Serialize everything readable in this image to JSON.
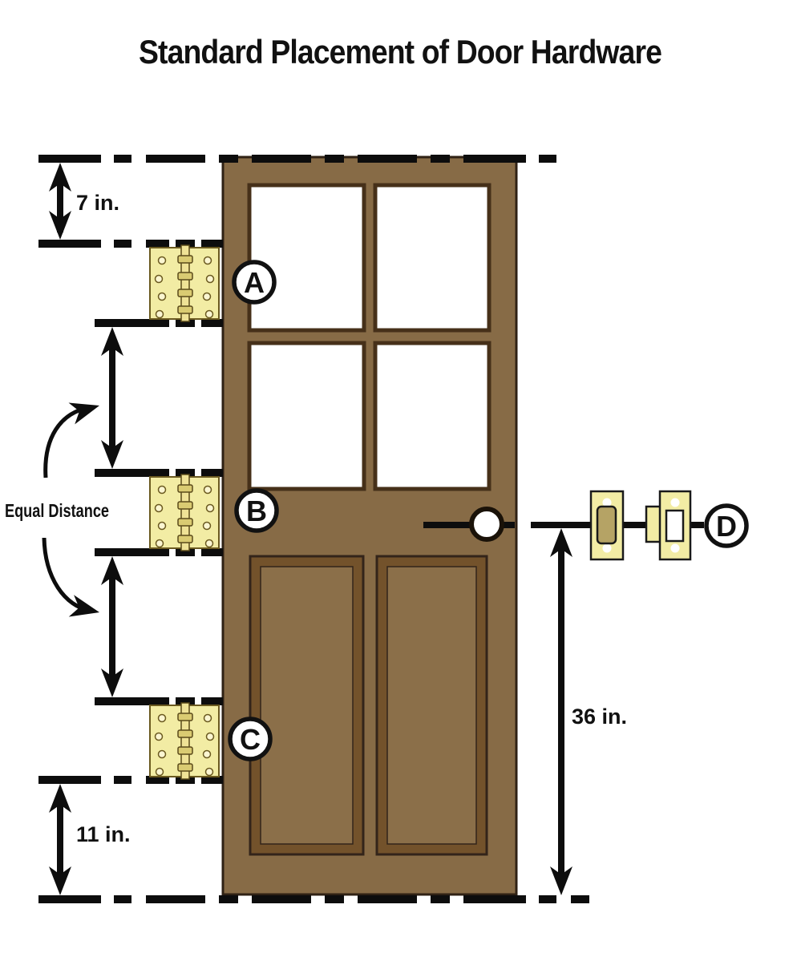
{
  "title": "Standard Placement of Door Hardware",
  "diagram": {
    "dimension_top_hinge": "7 in.",
    "dimension_equal": "Equal Distance",
    "dimension_bottom_hinge": "11 in.",
    "dimension_knob_height": "36 in.",
    "marker_top_hinge": "A",
    "marker_middle_hinge": "B",
    "marker_bottom_hinge": "C",
    "marker_strike_plate": "D"
  },
  "colors": {
    "door": "#876B46",
    "door_outline": "#2F2114",
    "window": "#FFFFFF",
    "window_frame": "#463019",
    "panel_band": "#73522B",
    "panel_inner": "#8B6F49",
    "hinge": "#F2ECA4",
    "hinge_metal": "#DACB72",
    "hinge_outline": "#6B5A20",
    "plate": "#F2ECA4",
    "plate_latch": "#B5A365",
    "line": "#0D0D0D"
  }
}
